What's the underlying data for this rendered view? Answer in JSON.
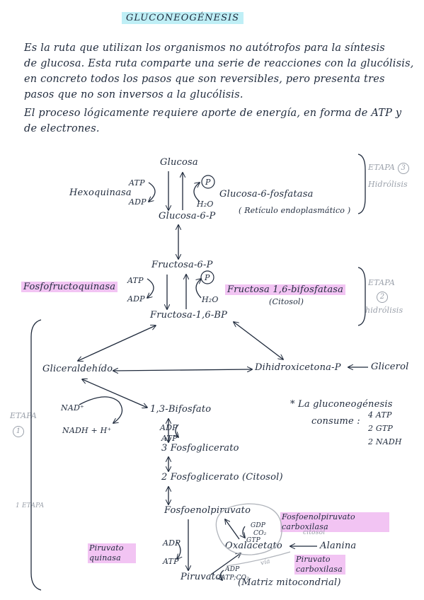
{
  "title": "GLUCONEOGÉNESIS",
  "intro": {
    "line1": "Es la ruta que utilizan los organismos no autótrofos para la síntesis",
    "line2": "de glucosa. Esta ruta comparte una serie de reacciones con la glucólisis,",
    "line3": "en concreto todos los pasos que son reversibles, pero presenta tres",
    "line4": "pasos que no son inversos a la glucólisis.",
    "line5": "El proceso lógicamente requiere aporte de energía, en forma de ATP y",
    "line6": "de electrones."
  },
  "stage3": {
    "glucosa": "Glucosa",
    "hexoquinasa": "Hexoquinasa",
    "atp": "ATP",
    "adp": "ADP",
    "p": "P",
    "h2o": "H₂O",
    "glucosa6p": "Glucosa-6-P",
    "enzyme": "Glucosa-6-fosfatasa",
    "location": "( Retículo endoplasmático )",
    "etapa": "ETAPA",
    "etapa_num": "3",
    "hidrolisis": "Hidrólisis"
  },
  "stage2": {
    "fructosa6p": "Fructosa-6-P",
    "fosfofructoquinasa": "Fosfofructoquinasa",
    "atp": "ATP",
    "adp": "ADP",
    "p": "P",
    "h2o": "H₂O",
    "fructosa16bp": "Fructosa-1,6-BP",
    "enzyme": "Fructosa 1,6-bifosfatasa",
    "location": "(Citosol)",
    "etapa": "ETAPA",
    "etapa_num": "2",
    "hidrolisis": "hidrólisis"
  },
  "middle": {
    "gliceraldehido": "Gliceraldehído",
    "dihidroxicetona": "Dihidroxicetona-P",
    "glicerol": "Glicerol",
    "nad": "NAD⁺",
    "nadh": "NADH + H⁺",
    "bifosfato": "1,3-Bifosfato",
    "adp": "ADP",
    "atp": "ATP",
    "fosfoglicerato3": "3 Fosfoglicerato",
    "fosfoglicerato2": "2 Fosfoglicerato (Citosol)"
  },
  "note": {
    "line1": "* La gluconeogénesis",
    "line2": "consume :",
    "atp": "4 ATP",
    "gtp": "2 GTP",
    "nadh": "2 NADH"
  },
  "stage1": {
    "etapa": "ETAPA",
    "etapa_num": "1",
    "etapa_faint": "1 ETAPA",
    "fosfoenolpiruvato": "Fosfoenolpiruvato",
    "gdp": "GDP",
    "co2": "CO₂",
    "gtp": "GTP",
    "pepck": "Fosfoenolpiruvato carboxilasa",
    "citosol": "citosol",
    "oxalacetato": "Oxalacetato",
    "alanina": "Alanina",
    "piruvato_quinasa": "Piruvato quinasa",
    "adp": "ADP",
    "atp": "ATP",
    "piruvato": "Piruvato",
    "adp2": "ADP",
    "atp_co2": "ATP;CO₂",
    "matriz": "(Matriz mitocondrial)",
    "pc": "Piruvato carboxilasa",
    "via": "vía"
  }
}
